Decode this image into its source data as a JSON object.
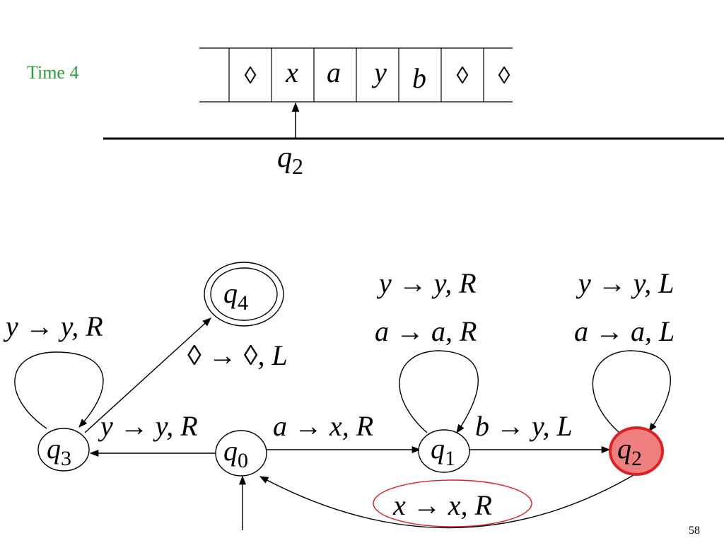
{
  "slide": {
    "time_label": "Time 4",
    "page_number": "58",
    "highlight_color": "#f08080",
    "highlight_stroke": "#e02020",
    "time_color": "#2e9c3a"
  },
  "tape": {
    "cells": [
      "",
      "◊",
      "x",
      "a",
      "y",
      "b",
      "◊",
      "◊"
    ],
    "head_state_sym": "q",
    "head_state_sub": "2"
  },
  "states": [
    {
      "id": "q0",
      "sym": "q",
      "sub": "0",
      "initial": true
    },
    {
      "id": "q1",
      "sym": "q",
      "sub": "1"
    },
    {
      "id": "q2",
      "sym": "q",
      "sub": "2",
      "current": true
    },
    {
      "id": "q3",
      "sym": "q",
      "sub": "3"
    },
    {
      "id": "q4",
      "sym": "q",
      "sub": "4",
      "accepting": true
    }
  ],
  "transitions": {
    "q0_q3": "y → y, R",
    "q0_q1": "a → x, R",
    "q1_q2": "b → y, L",
    "q2_q0": "x → x, R",
    "q3_q4": "◊ → ◊, L",
    "q3_loop": "y → y, R",
    "q1_loop": [
      "y → y, R",
      "a → a, R"
    ],
    "q2_loop": [
      "y → y, L",
      "a → a, L"
    ]
  }
}
